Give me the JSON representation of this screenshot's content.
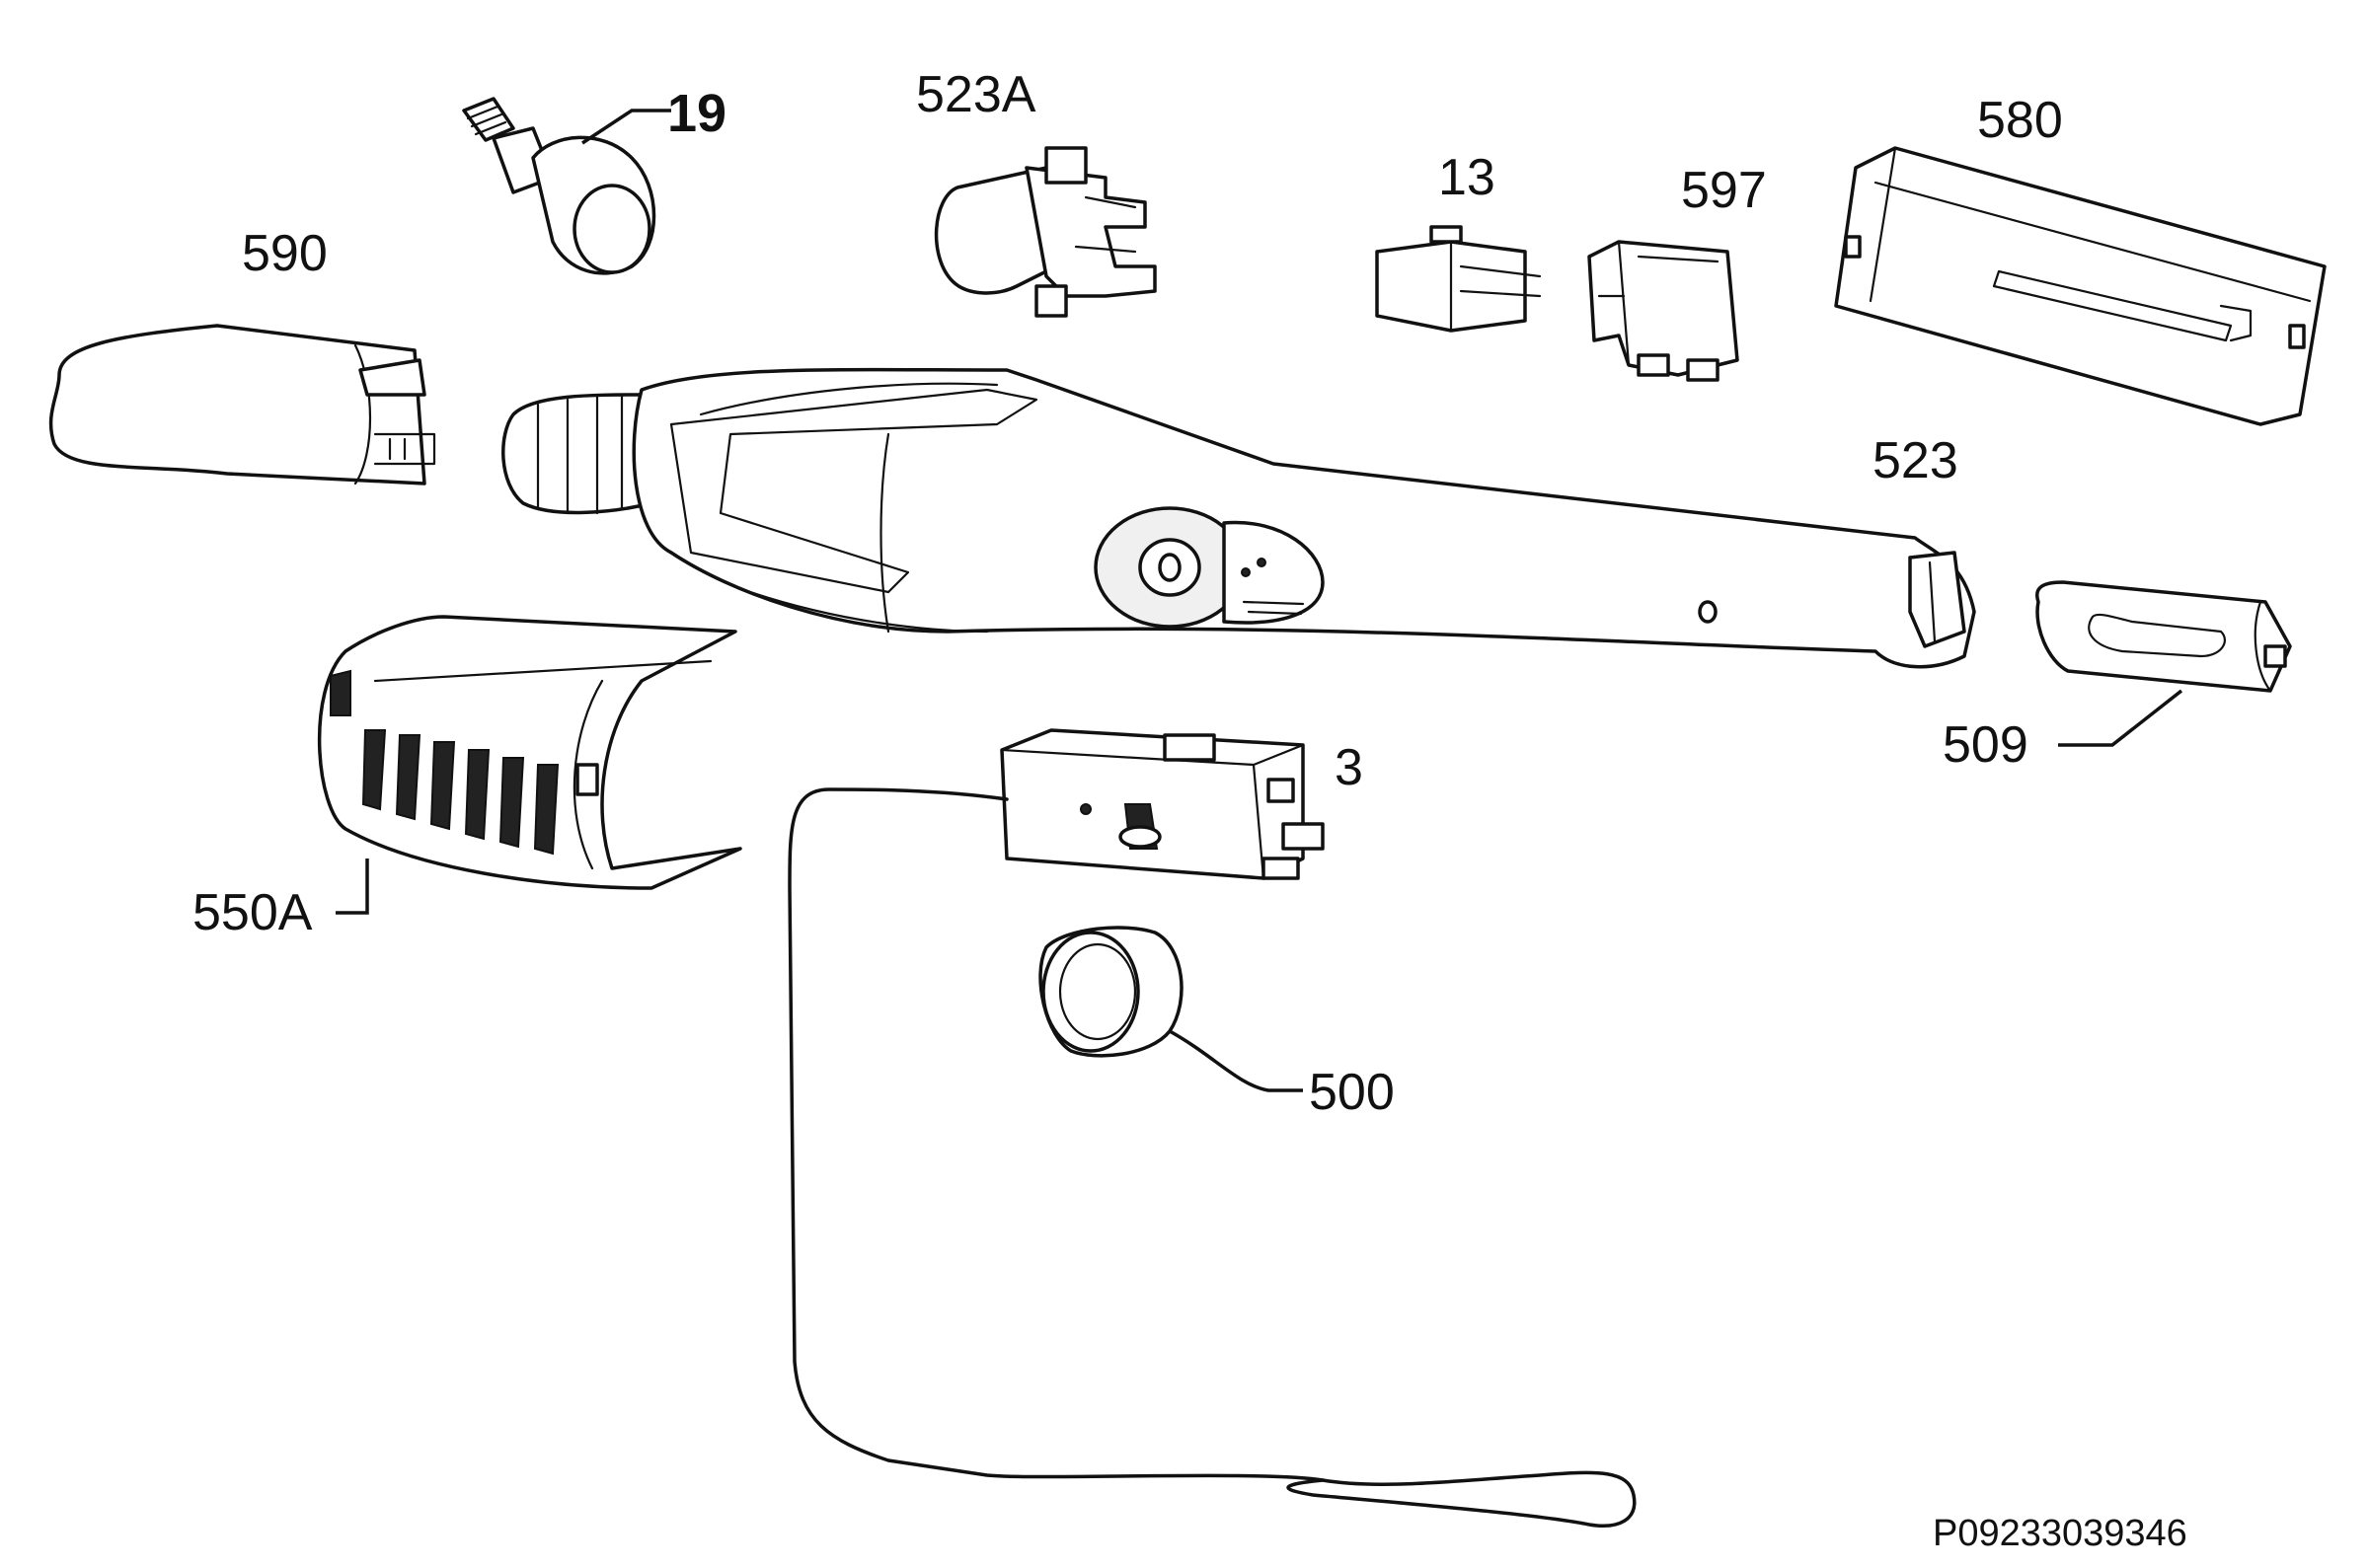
{
  "labels": {
    "p19": "19",
    "p523a": "523A",
    "p580": "580",
    "p13": "13",
    "p597": "597",
    "p590": "590",
    "p523": "523",
    "p509": "509",
    "p3": "3",
    "p550a": "550A",
    "p500": "500"
  },
  "drawing_code": "P09233039346"
}
